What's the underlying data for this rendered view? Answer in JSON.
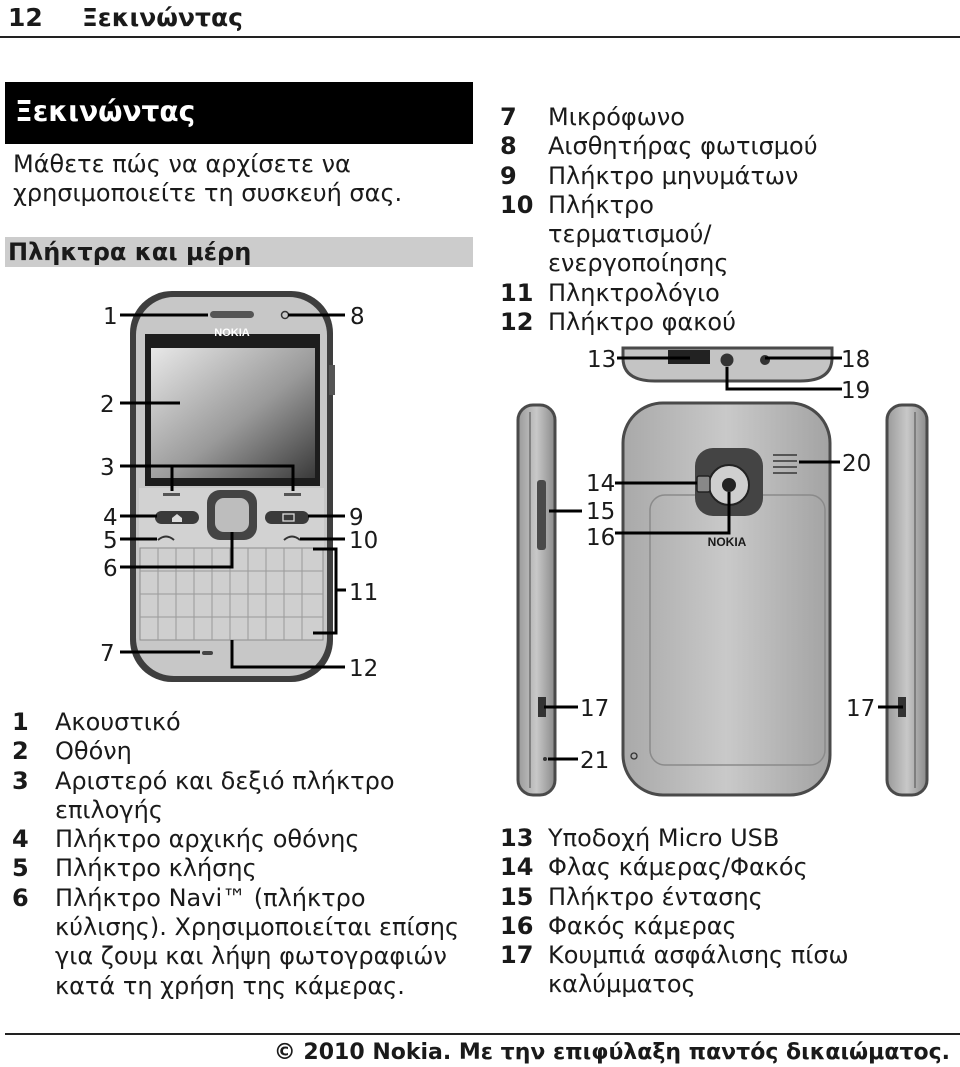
{
  "page": {
    "number": "12",
    "title": "Ξεκινώντας"
  },
  "section": {
    "title": "Ξεκινώντας",
    "intro": "Μάθετε πώς να αρχίσετε να χρησιμοποιείτε τη συσκευή σας.",
    "subsection": "Πλήκτρα και μέρη"
  },
  "callouts": {
    "c1": "1",
    "c2": "2",
    "c3": "3",
    "c4": "4",
    "c5": "5",
    "c6": "6",
    "c7": "7",
    "c8": "8",
    "c9": "9",
    "c10": "10",
    "c11": "11",
    "c12": "12",
    "c13": "13",
    "c14": "14",
    "c15": "15",
    "c16": "16",
    "c17a": "17",
    "c17b": "17",
    "c18": "18",
    "c19": "19",
    "c20": "20",
    "c21": "21"
  },
  "device": {
    "brand_front": "NOKIA",
    "brand_back": "NOKIA"
  },
  "legend_front": [
    {
      "num": "1",
      "text": "Ακουστικό"
    },
    {
      "num": "2",
      "text": "Οθόνη"
    },
    {
      "num": "3",
      "text": "Αριστερό και δεξιό πλήκτρο επιλογής"
    },
    {
      "num": "4",
      "text": "Πλήκτρο αρχικής οθόνης"
    },
    {
      "num": "5",
      "text": "Πλήκτρο κλήσης"
    },
    {
      "num": "6",
      "text": "Πλήκτρο Navi™ (πλήκτρο κύλισης). Χρησιμοποιείται επίσης για ζουμ και λήψη φωτογραφιών κατά τη χρήση της κάμερας."
    }
  ],
  "legend_top": [
    {
      "num": "7",
      "text": "Μικρόφωνο"
    },
    {
      "num": "8",
      "text": "Αισθητήρας φωτισμού"
    },
    {
      "num": "9",
      "text": "Πλήκτρο μηνυμάτων"
    },
    {
      "num": "10",
      "text": "Πλήκτρο τερματισμού/ ενεργοποίησης"
    },
    {
      "num": "11",
      "text": "Πληκτρολόγιο"
    },
    {
      "num": "12",
      "text": "Πλήκτρο φακού"
    }
  ],
  "legend_bottom": [
    {
      "num": "13",
      "text": "Υποδοχή Micro USB"
    },
    {
      "num": "14",
      "text": "Φλας κάμερας/Φακός"
    },
    {
      "num": "15",
      "text": "Πλήκτρο έντασης"
    },
    {
      "num": "16",
      "text": "Φακός κάμερας"
    },
    {
      "num": "17",
      "text": "Κουμπιά ασφάλισης πίσω καλύμματος"
    }
  ],
  "footer": "© 2010 Nokia. Με την επιφύλαξη παντός δικαιώματος."
}
